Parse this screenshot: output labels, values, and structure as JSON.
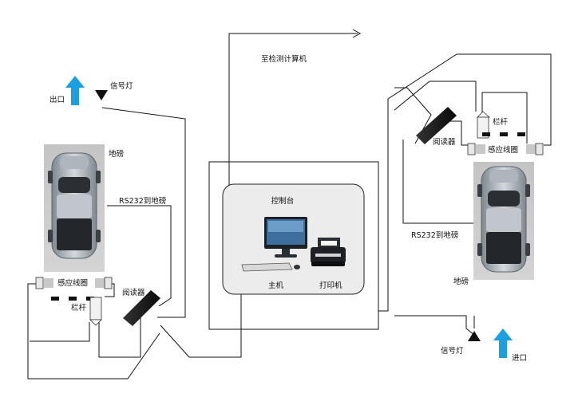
{
  "colors": {
    "arrow": "#1aa0e0",
    "line": "#111111",
    "pad": "#c8c8c8",
    "console_bg": "#ececec",
    "car_body": "#9aa3ab",
    "car_glass": "#2a2d32"
  },
  "labels": {
    "to_computer": "至检测计算机",
    "console": "控制台",
    "host": "主机",
    "printer": "打印机",
    "exit": "出口",
    "entrance": "进口",
    "left": {
      "signal": "信号灯",
      "scale": "地磅",
      "rs232": "RS232到地磅",
      "loop": "感应线圈",
      "barrier": "栏杆",
      "reader": "阅读器"
    },
    "right": {
      "signal": "信号灯",
      "scale": "地磅",
      "rs232": "RS232到地磅",
      "loop": "感应线圈",
      "barrier": "栏杆",
      "reader": "阅读器"
    }
  },
  "icons": [
    "up-arrow-icon",
    "traffic-light-icon",
    "car-icon",
    "monitor-icon",
    "keyboard-icon",
    "mouse-icon",
    "printer-icon",
    "rfid-reader-icon",
    "barrier-icon",
    "loop-sensor-icon"
  ]
}
